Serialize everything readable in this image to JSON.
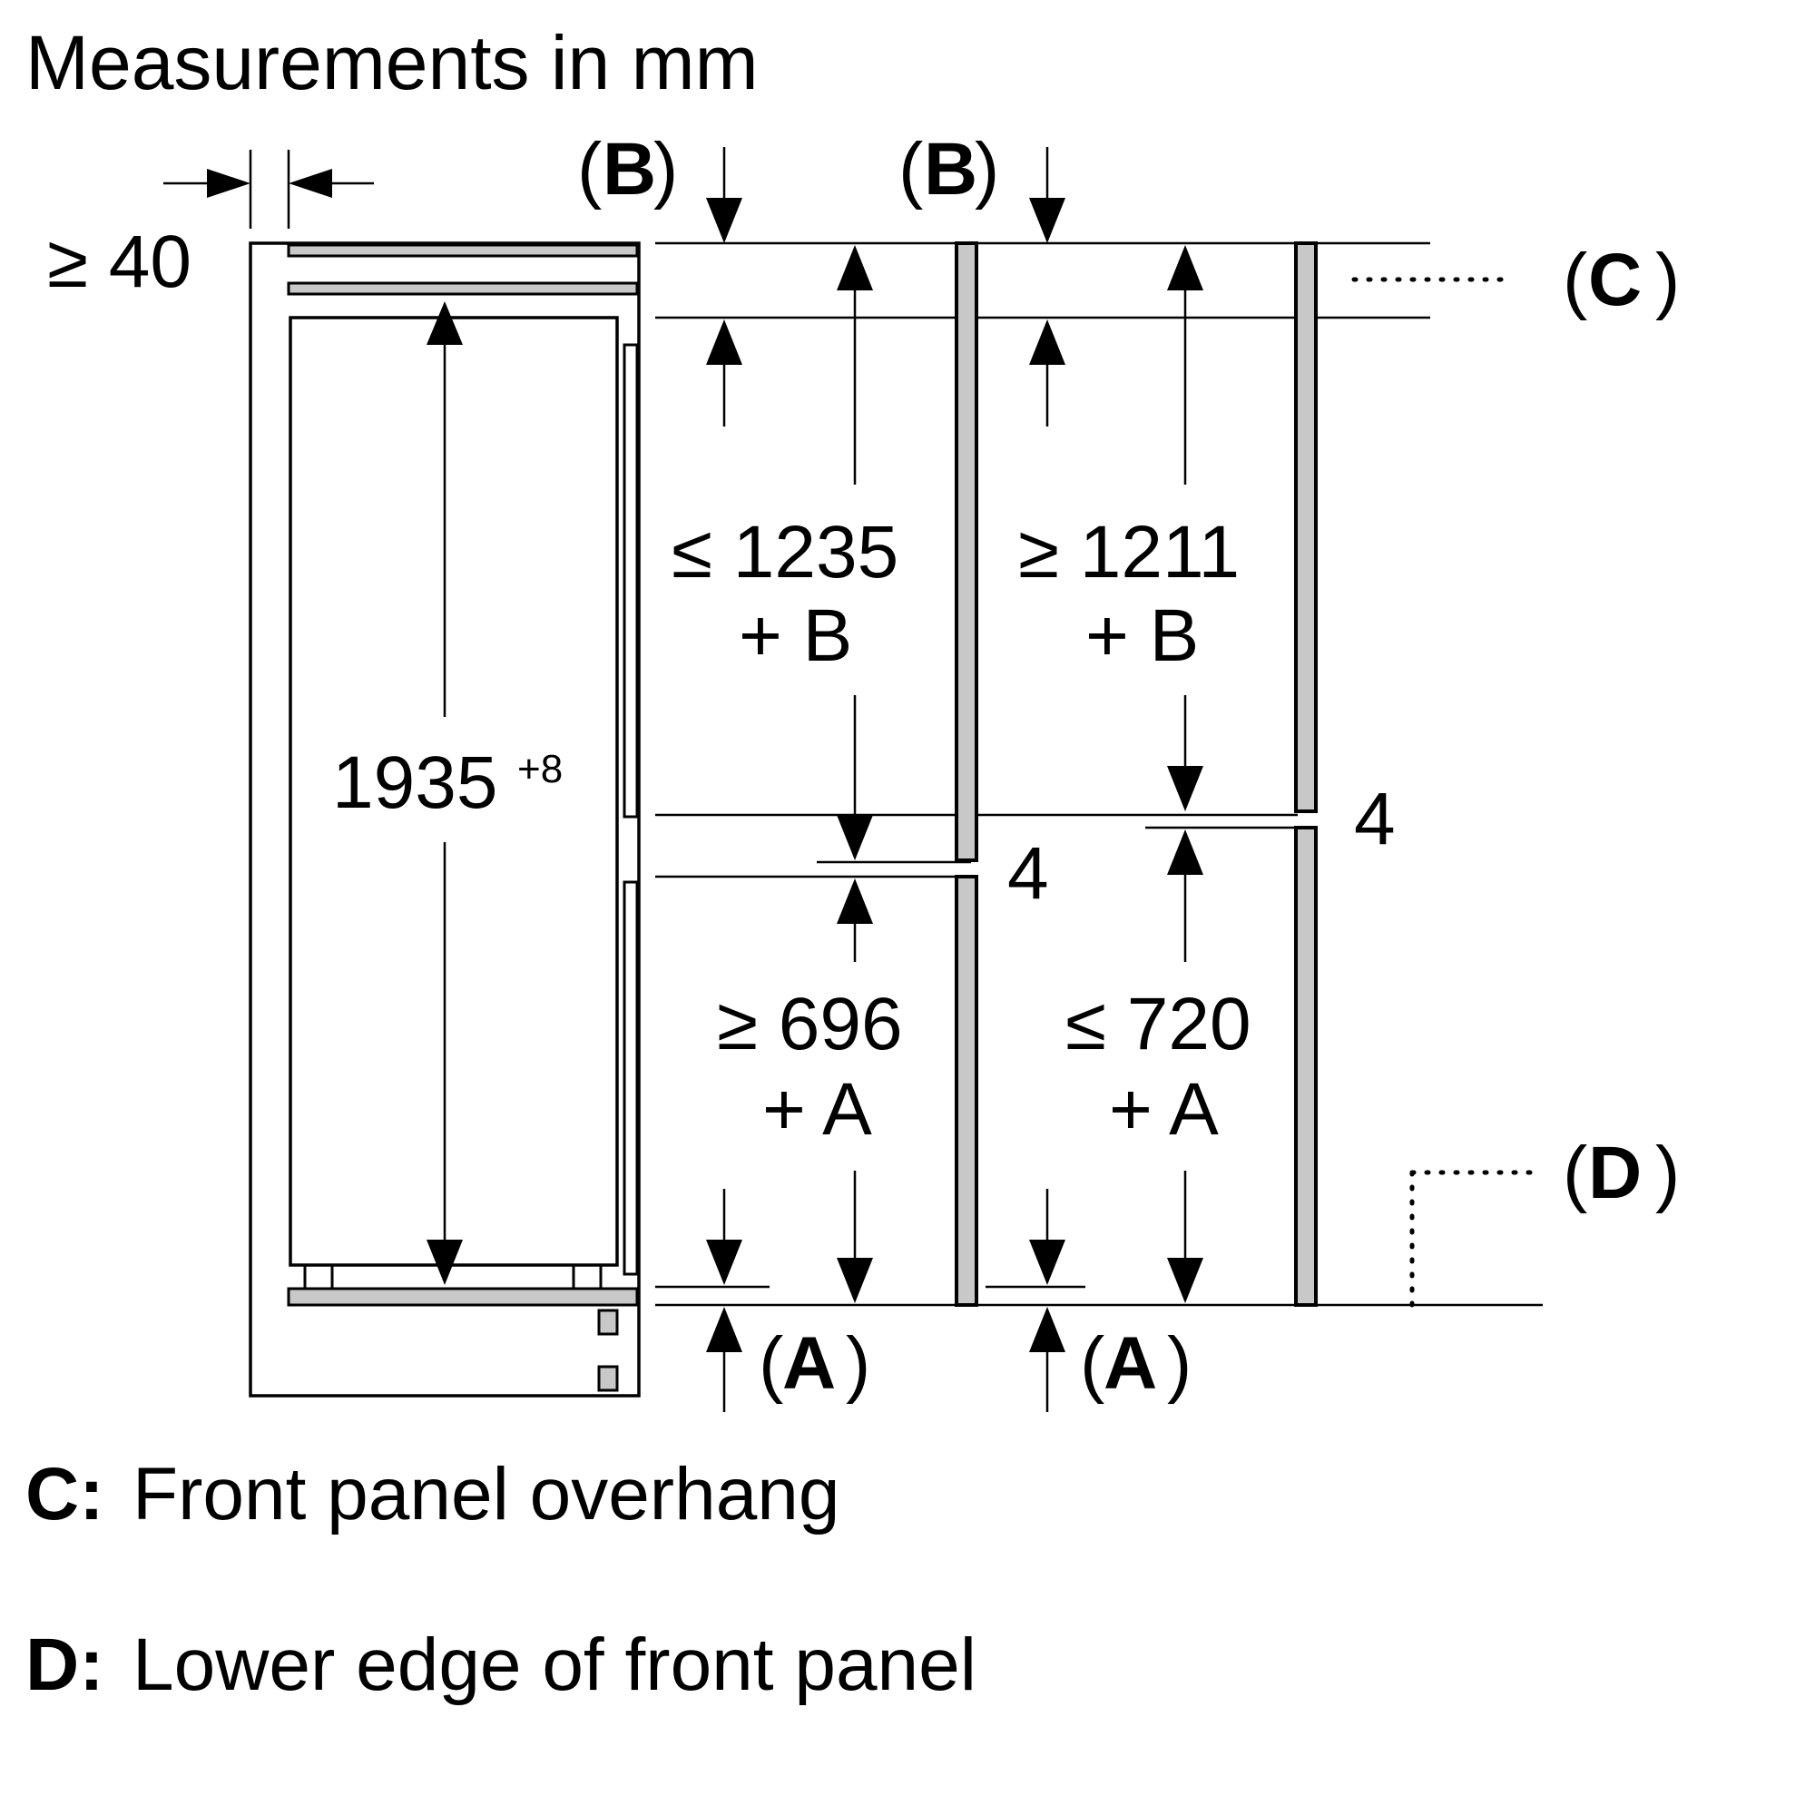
{
  "title": "Measurements in mm",
  "labels": {
    "min_gap": "≥ 40",
    "height": "1935",
    "height_tol": "+8",
    "upper_left_value": "≤ 1235",
    "upper_left_plus": "+ B",
    "upper_right_value": "≥ 1211",
    "upper_right_plus": "+ B",
    "lower_left_value": "≥ 696",
    "lower_left_plus": "+ A",
    "lower_right_value": "≤ 720",
    "lower_right_plus": "+ A",
    "gap_left": "4",
    "gap_right": "4",
    "marker_b_left": "B",
    "marker_b_right": "B",
    "marker_a_left": "A",
    "marker_a_right": "A",
    "marker_c": "C",
    "marker_d": "D",
    "paren_open": "(",
    "paren_close": ")"
  },
  "legend": [
    {
      "key": "C:",
      "text": "Front panel overhang"
    },
    {
      "key": "D:",
      "text": "Lower edge of front panel"
    }
  ]
}
